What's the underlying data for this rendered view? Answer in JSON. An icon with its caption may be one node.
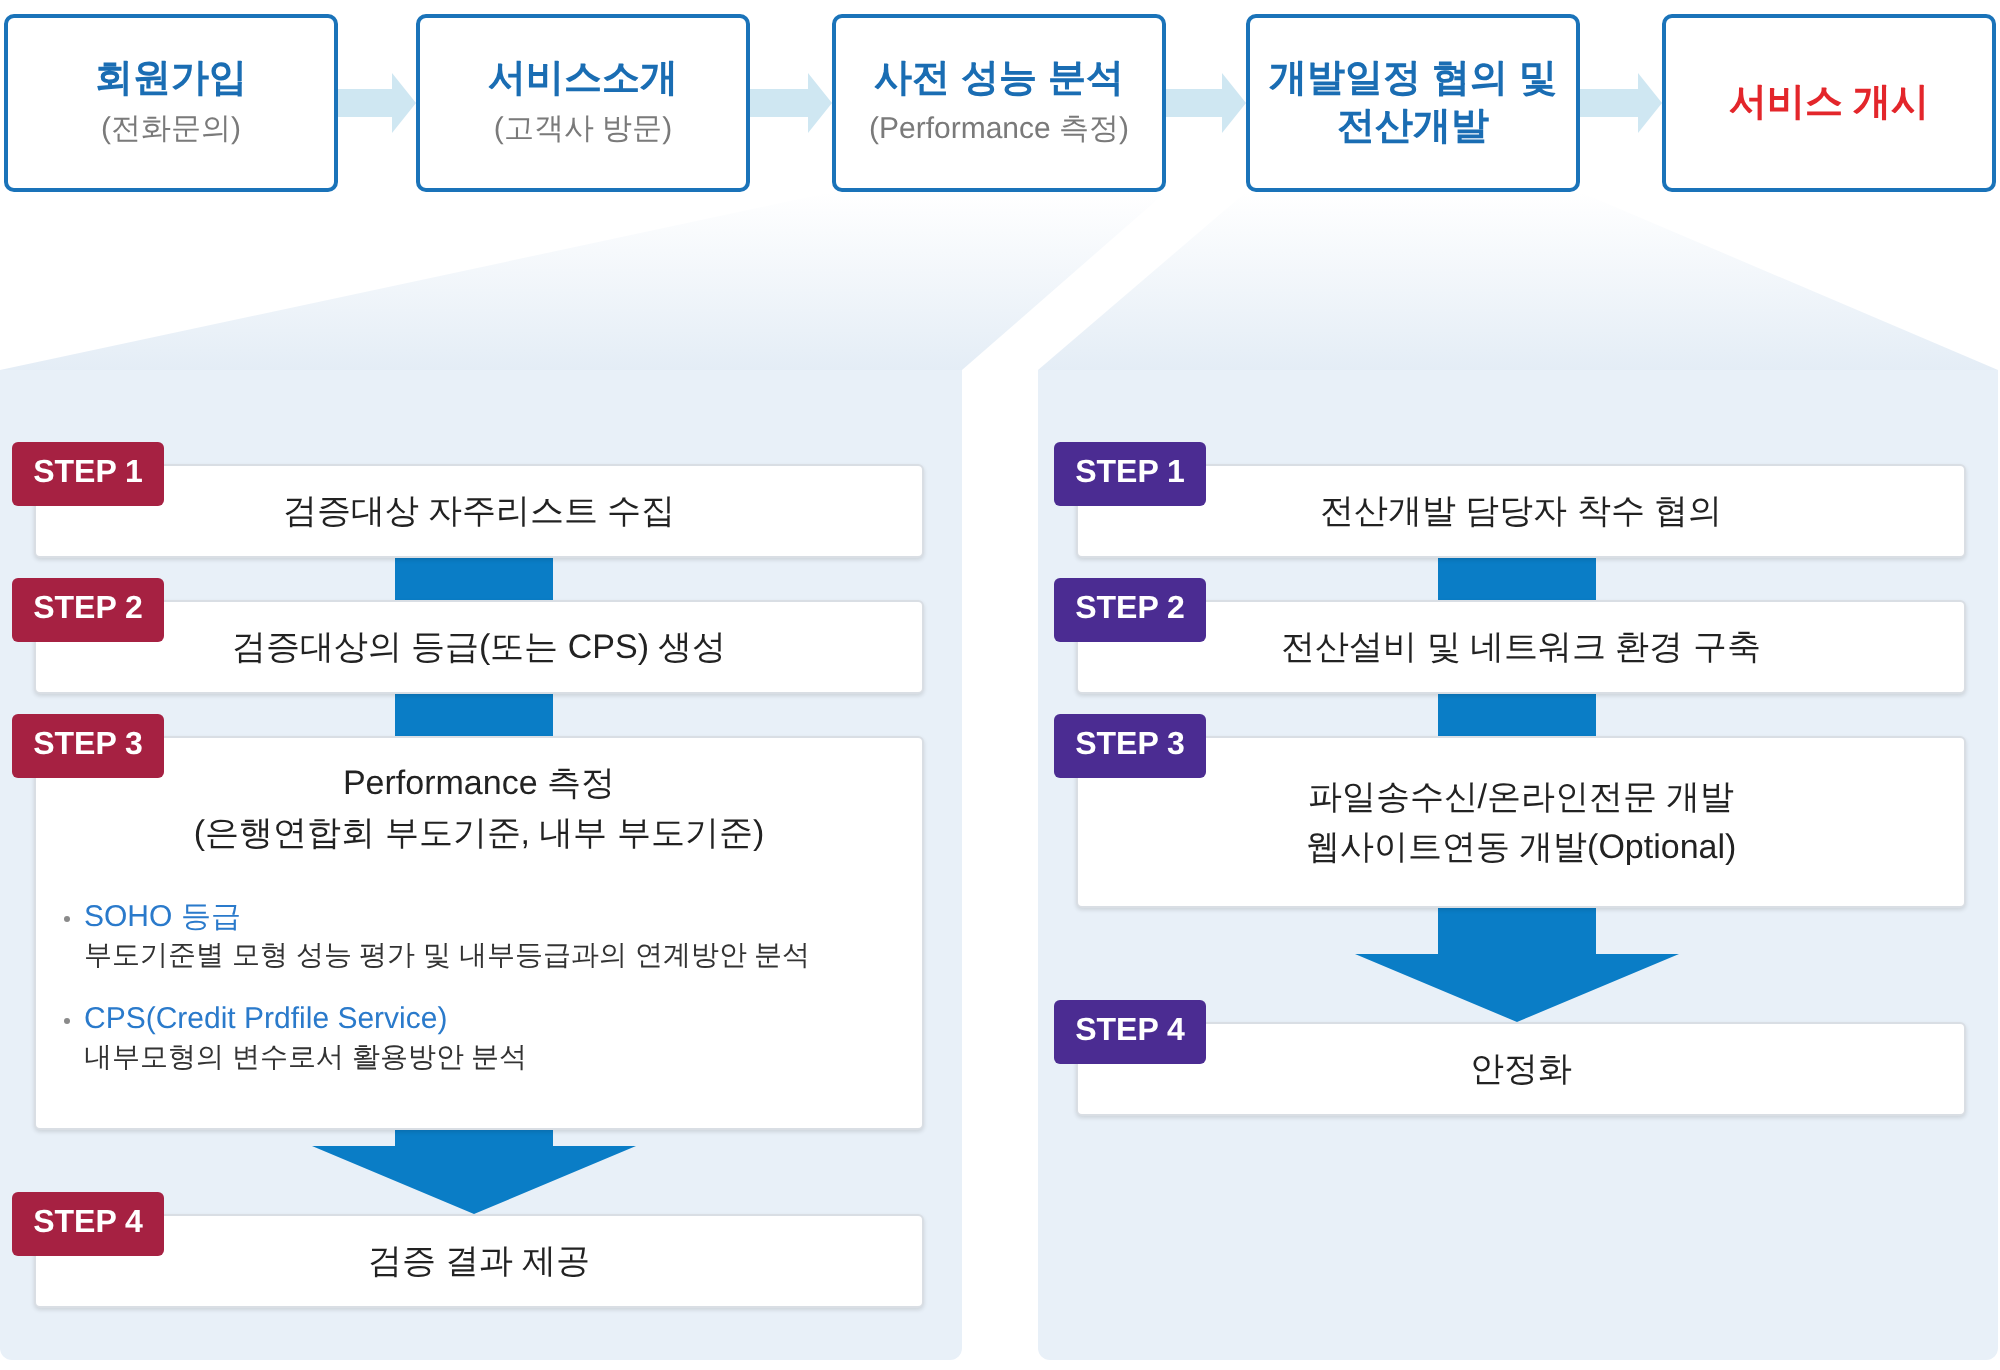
{
  "diagram": {
    "nodes": [
      {
        "text": [
          "회원가입",
          "(전화문의)"
        ]
      },
      {
        "text": [
          "서비스소개",
          "(고객사 방문)"
        ]
      },
      {
        "text": [
          "사전 성능 분석",
          "(Performance 측정)"
        ]
      },
      {
        "text": [
          "개발일정 협의 및 전산개발"
        ]
      },
      {
        "text": [
          "서비스 개시"
        ]
      },
      {
        "text": [],
        "shape": "box"
      },
      {
        "text": [
          "STEP 1",
          "검증대상 자주리스트 수집"
        ],
        "in": 5
      },
      {
        "text": [
          "STEP 2",
          "검증대상의 등급(또는 CPS) 생성"
        ],
        "in": 5
      },
      {
        "text": [
          "STEP 3",
          "Performance 측정",
          "(은행연합회 부도기준, 내부 부도기준)",
          "SOHO 등급",
          "부도기준별 모형 성능 평가 및 내부등급과의 연계방안 분석",
          "CPS(Credit Prdfile Service)",
          "내부모형의 변수로서 활용방안 분석"
        ],
        "in": 5
      },
      {
        "text": [
          "STEP 4",
          "검증 결과 제공"
        ],
        "in": 5
      },
      {
        "text": [],
        "shape": "box"
      },
      {
        "text": [
          "STEP 1",
          "전산개발 담당자 착수 협의"
        ],
        "in": 10
      },
      {
        "text": [
          "STEP 2",
          "전산설비 및 네트워크 환경 구축"
        ],
        "in": 10
      },
      {
        "text": [
          "STEP 3",
          "파일송수신/온라인전문 개발",
          "웹사이트연동 개발(Optional)"
        ],
        "in": 10
      },
      {
        "text": [
          "STEP 4",
          "안정화"
        ],
        "in": 10
      }
    ],
    "edges": [
      {
        "from": 0,
        "to": 1,
        "arrow": "to",
        "color": "#cfe7f2"
      },
      {
        "from": 1,
        "to": 2,
        "arrow": "to",
        "color": "#cfe7f2"
      },
      {
        "from": 2,
        "to": 3,
        "arrow": "to",
        "color": "#cfe7f2"
      },
      {
        "from": 3,
        "to": 4,
        "arrow": "to",
        "color": "#cfe7f2"
      },
      {
        "from": 2,
        "to": 5,
        "arrow": "none",
        "color": "#e4edf6"
      },
      {
        "from": 3,
        "to": 10,
        "arrow": "none",
        "color": "#e4edf6"
      },
      {
        "from": 6,
        "to": 7,
        "arrow": "none"
      },
      {
        "from": 7,
        "to": 8,
        "arrow": "none"
      },
      {
        "from": 8,
        "to": 9,
        "arrow": "to"
      },
      {
        "from": 11,
        "to": 12,
        "arrow": "none"
      },
      {
        "from": 12,
        "to": 13,
        "arrow": "none"
      },
      {
        "from": 13,
        "to": 14,
        "arrow": "to"
      }
    ]
  }
}
